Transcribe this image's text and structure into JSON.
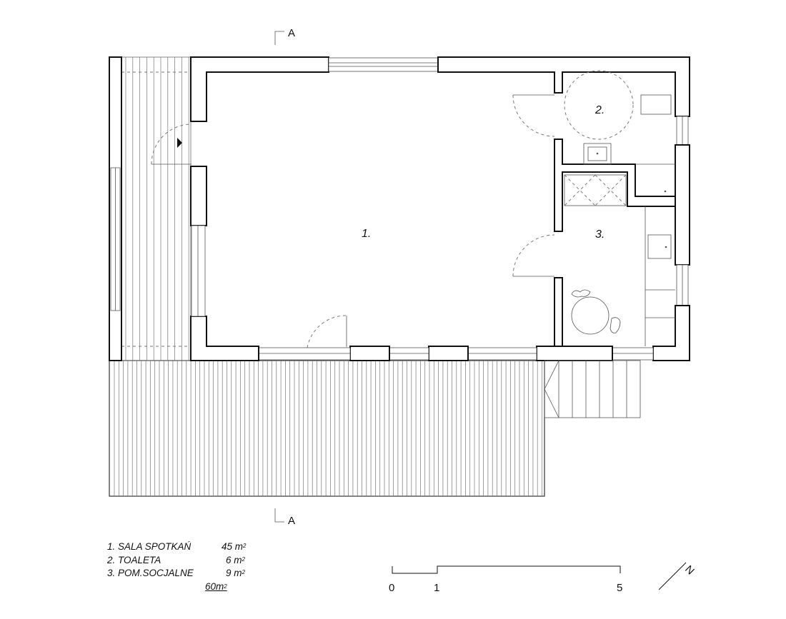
{
  "rooms": [
    {
      "number": "1.",
      "name": "SALA SPOTKAŃ",
      "area": "45 m",
      "area_unit_sup": "2"
    },
    {
      "number": "2.",
      "name": "TOALETA",
      "area": "6 m",
      "area_unit_sup": "2"
    },
    {
      "number": "3.",
      "name": "POM.SOCJALNE",
      "area": "9 m",
      "area_unit_sup": "2"
    }
  ],
  "legend": {
    "row1": "1. SALA SPOTKAŃ",
    "row2": "2. TOALETA",
    "row3": "3. POM.SOCJALNE",
    "total": "60m",
    "total_sup": "2"
  },
  "section_marker": {
    "top": "A",
    "bottom": "A"
  },
  "scale_bar": {
    "labels": [
      "0",
      "1",
      "5"
    ]
  },
  "north_arrow": {
    "label": "N"
  }
}
